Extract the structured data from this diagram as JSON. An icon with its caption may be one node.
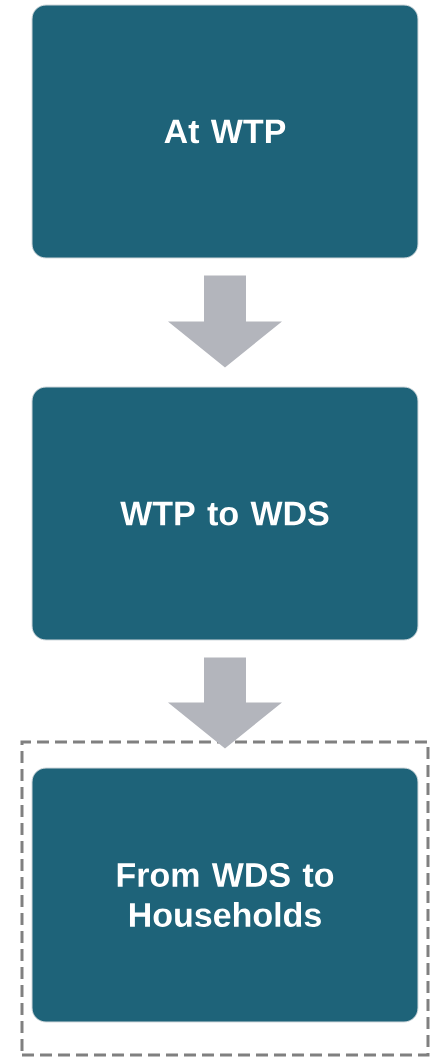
{
  "diagram": {
    "nodes": [
      {
        "text": [
          "At WTP"
        ]
      },
      {
        "text": [
          "WTP to WDS"
        ]
      },
      {
        "text": [],
        "shape": "box"
      },
      {
        "text": [
          "From WDS to Households"
        ],
        "in": 2
      }
    ],
    "edges": [
      {
        "from": 0,
        "to": 1,
        "arrow": "to"
      },
      {
        "from": 1,
        "to": 3,
        "arrow": "to"
      }
    ]
  }
}
